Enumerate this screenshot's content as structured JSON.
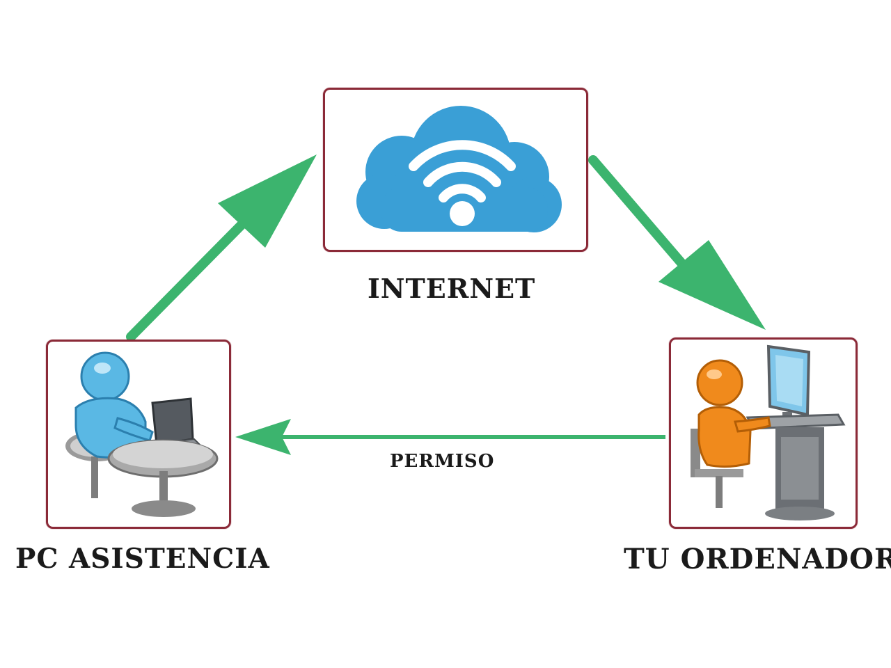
{
  "nodes": {
    "internet": {
      "label": "INTERNET"
    },
    "pc_asistencia": {
      "label": "PC ASISTENCIA"
    },
    "tu_ordenador": {
      "label": "TU ORDENADOR"
    }
  },
  "edges": {
    "permiso": {
      "label": "PERMISO"
    }
  },
  "colors": {
    "arrow": "#3cb46e",
    "box_border": "#8b2a38",
    "cloud": "#3a9fd6",
    "person_blue": "#5ab8e4",
    "person_orange": "#f08a1c",
    "background": "#ffffff"
  },
  "icons": {
    "internet": "wifi-cloud-icon",
    "pc_asistencia": "person-at-laptop-icon",
    "tu_ordenador": "person-at-computer-icon"
  }
}
